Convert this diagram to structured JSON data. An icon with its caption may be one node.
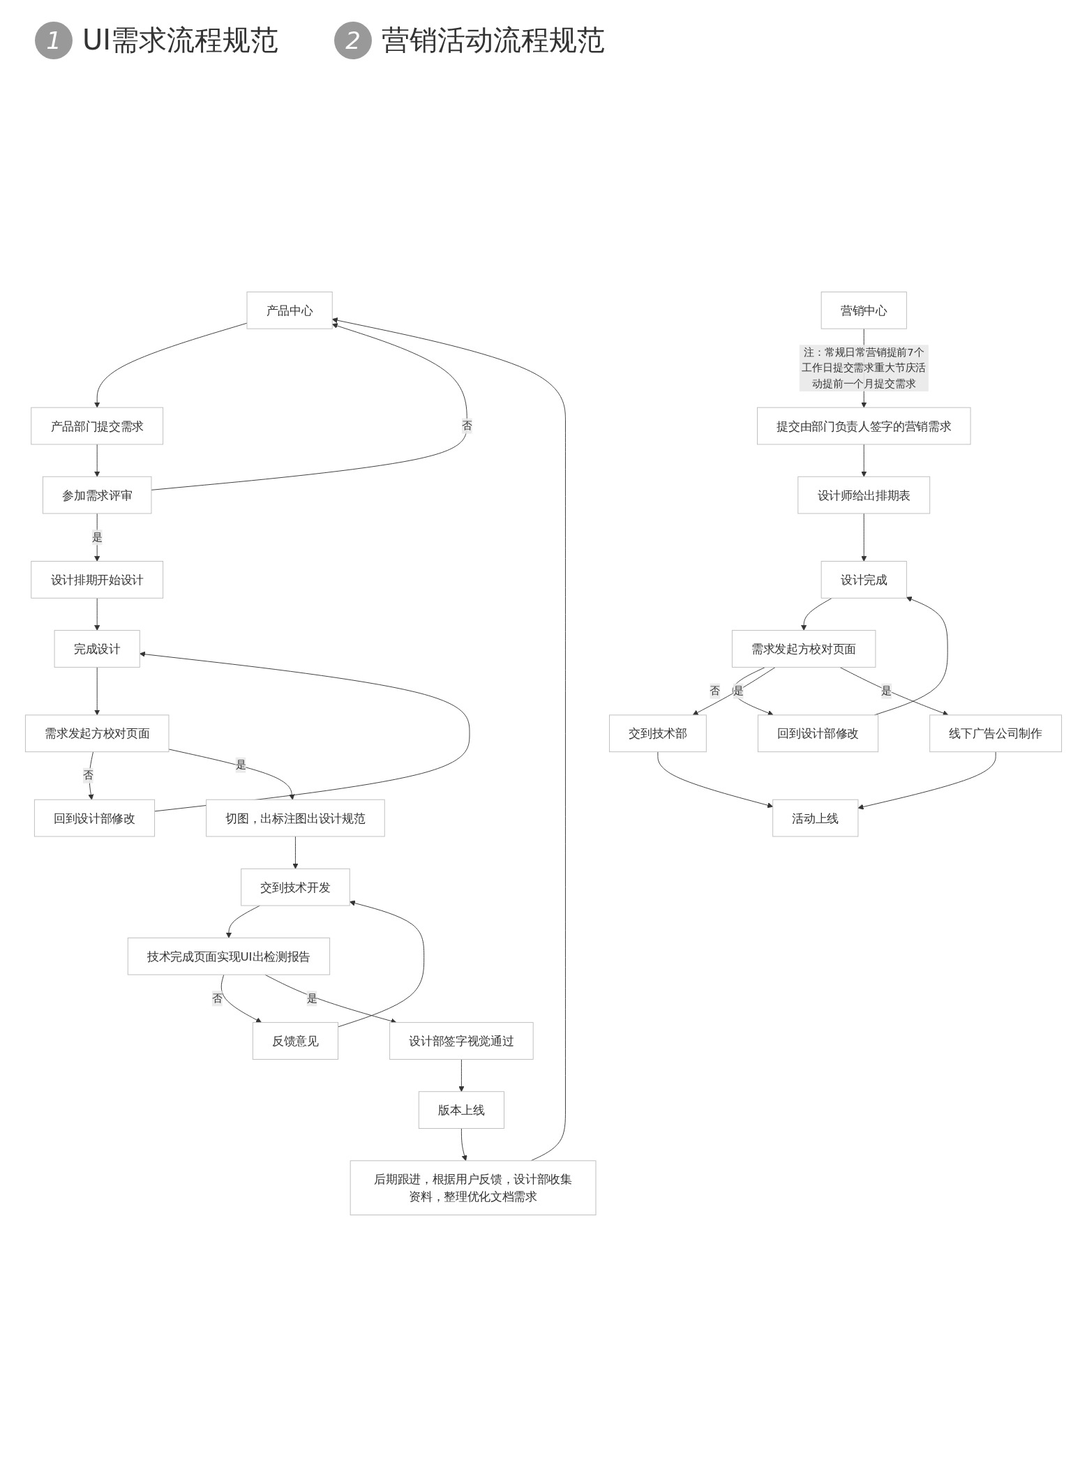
{
  "diagram": {
    "nodes": [
      {
        "text": [
          "产品中心"
        ]
      },
      {
        "text": [
          "产品部门提交需求"
        ]
      },
      {
        "text": [
          "参加需求评审"
        ]
      },
      {
        "text": [
          "设计排期开始设计"
        ]
      },
      {
        "text": [
          "完成设计"
        ]
      },
      {
        "text": [
          "回到设计部修改"
        ]
      },
      {
        "text": [
          "需求发起方校对页面"
        ]
      },
      {
        "text": [
          "切图，出标注图出设计规范"
        ]
      },
      {
        "text": [
          "交到技术开发"
        ]
      },
      {
        "text": [
          "反馈意见"
        ]
      },
      {
        "text": [
          "技术完成页面实现UI出检测报告"
        ]
      },
      {
        "text": [
          "设计部签字视觉通过"
        ]
      },
      {
        "text": [
          "版本上线"
        ]
      },
      {
        "text": [
          "后期跟进，根据用户反馈，设计部收集资料，整理优化文档需求"
        ]
      },
      {
        "text": [
          "营销中心"
        ]
      },
      {
        "text": [
          "提交由部门负责人签字的营销需求"
        ]
      },
      {
        "text": [
          "设计师给出排期表"
        ]
      },
      {
        "text": [
          "回到设计部修改"
        ]
      },
      {
        "text": [
          "设计完成"
        ]
      },
      {
        "text": [
          "需求发起方校对页面"
        ]
      },
      {
        "text": [
          "交到技术部"
        ]
      },
      {
        "text": [
          "线下广告公司制作"
        ]
      },
      {
        "text": [
          "活动上线"
        ]
      }
    ],
    "edges": [
      {
        "from": 0,
        "to": 1,
        "arrow": "to"
      },
      {
        "from": 1,
        "to": 2,
        "arrow": "to"
      },
      {
        "from": 2,
        "to": 0,
        "arrow": "to",
        "label": "否"
      },
      {
        "from": 2,
        "to": 3,
        "arrow": "to",
        "label": "是"
      },
      {
        "from": 3,
        "to": 4,
        "arrow": "to"
      },
      {
        "from": 4,
        "to": 6,
        "arrow": "to"
      },
      {
        "from": 6,
        "to": 5,
        "arrow": "to",
        "label": "否"
      },
      {
        "from": 5,
        "to": 4,
        "arrow": "to"
      },
      {
        "from": 6,
        "to": 7,
        "arrow": "to",
        "label": "是"
      },
      {
        "from": 7,
        "to": 8,
        "arrow": "to"
      },
      {
        "from": 8,
        "to": 10,
        "arrow": "to"
      },
      {
        "from": 10,
        "to": 9,
        "arrow": "to",
        "label": "否"
      },
      {
        "from": 9,
        "to": 8,
        "arrow": "to"
      },
      {
        "from": 10,
        "to": 11,
        "arrow": "to",
        "label": "是"
      },
      {
        "from": 11,
        "to": 12,
        "arrow": "to"
      },
      {
        "from": 12,
        "to": 13,
        "arrow": "to"
      },
      {
        "from": 13,
        "to": 0,
        "arrow": "to"
      },
      {
        "from": 14,
        "to": 15,
        "arrow": "to",
        "label": "注：常规日常营销提前7个工作日提交需求重大节庆活动提前一个月提交需求"
      },
      {
        "from": 15,
        "to": 16,
        "arrow": "to"
      },
      {
        "from": 16,
        "to": 18,
        "arrow": "to"
      },
      {
        "from": 17,
        "to": 18,
        "arrow": "to"
      },
      {
        "from": 18,
        "to": 19,
        "arrow": "to"
      },
      {
        "from": 19,
        "to": 17,
        "arrow": "to",
        "label": "否"
      },
      {
        "from": 19,
        "to": 20,
        "arrow": "to",
        "label": "是"
      },
      {
        "from": 19,
        "to": 21,
        "arrow": "to",
        "label": "是"
      },
      {
        "from": 20,
        "to": 22,
        "arrow": "to"
      },
      {
        "from": 21,
        "to": 22,
        "arrow": "to"
      }
    ],
    "labels": [
      "1",
      "UI需求流程规范",
      "2",
      "营销活动流程规范"
    ]
  }
}
